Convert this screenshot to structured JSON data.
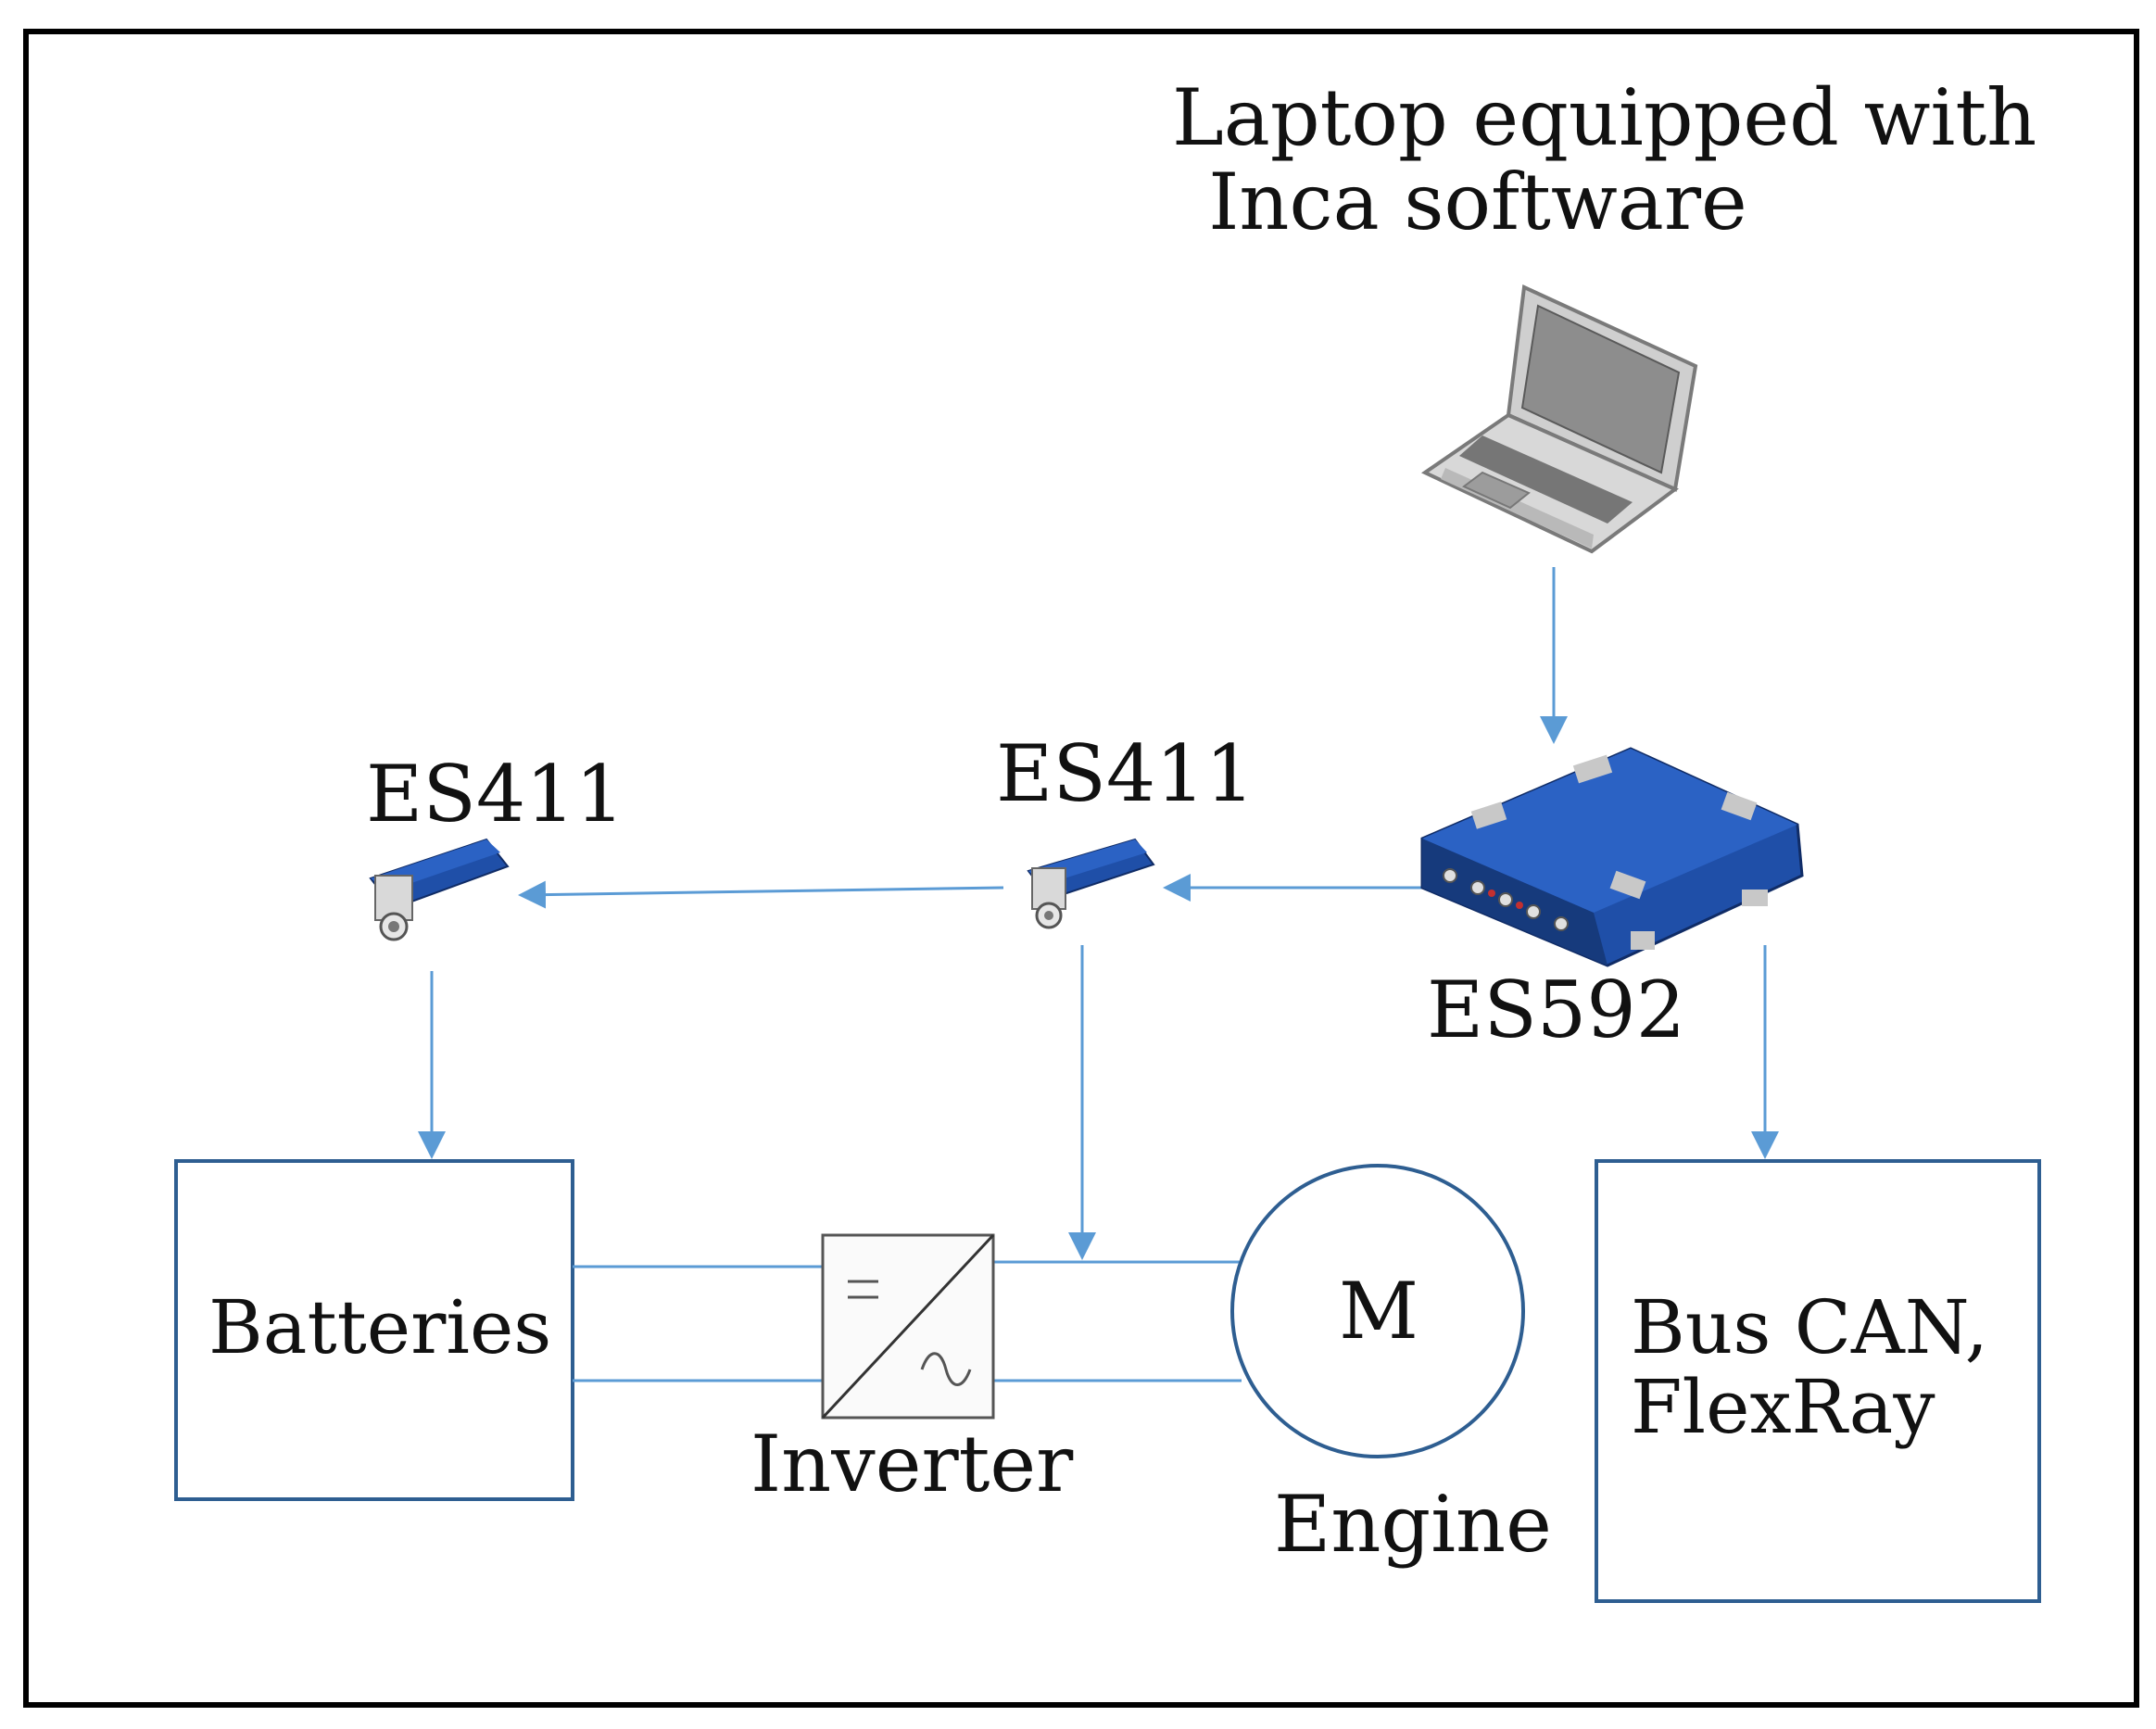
{
  "labels": {
    "laptop": "Laptop equipped with\nInca software",
    "es411_left": "ES411",
    "es411_mid": "ES411",
    "es592": "ES592",
    "batteries": "Batteries",
    "inverter": "Inverter",
    "motor_symbol": "M",
    "engine": "Engine",
    "bus": "Bus CAN,\nFlexRay"
  },
  "colors": {
    "frame": "#000000",
    "box": "#2e5e91",
    "arrow": "#5b9bd5",
    "device_blue": "#1f4fa8",
    "device_dark": "#163a7c",
    "laptop_body": "#c9c9c9",
    "laptop_screen": "#8a8a8a"
  },
  "icons": [
    "laptop-icon",
    "es592-device-icon",
    "es411-module-icon",
    "inverter-symbol",
    "motor-symbol"
  ]
}
